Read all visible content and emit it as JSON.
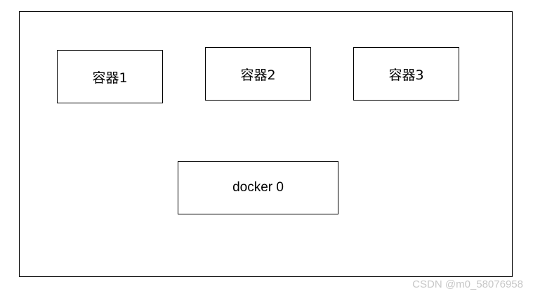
{
  "diagram": {
    "containers": [
      {
        "label": "容器1"
      },
      {
        "label": "容器2"
      },
      {
        "label": "容器3"
      }
    ],
    "bridge": {
      "label": "docker 0"
    }
  },
  "watermark": {
    "text": "CSDN @m0_58076958"
  }
}
